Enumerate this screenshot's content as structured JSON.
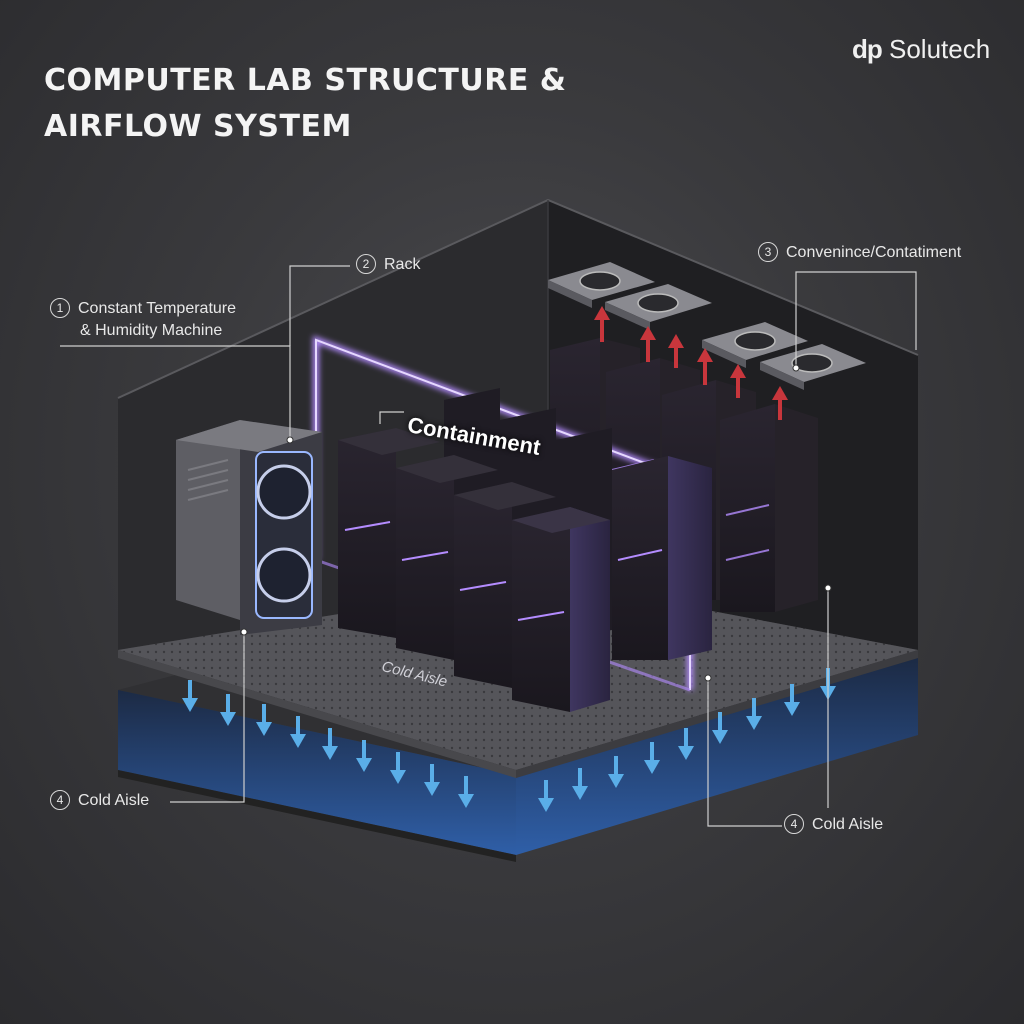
{
  "title": {
    "line1": "COMPUTER LAB STRUCTURE &",
    "line2": "AIRFLOW SYSTEM"
  },
  "brand": {
    "mark": "dp",
    "name": "Solutech"
  },
  "callouts": {
    "humidity_machine": {
      "number": "1",
      "line1": "Constant Temperature",
      "line2": "& Humidity Machine"
    },
    "rack": {
      "number": "2",
      "label": "Rack"
    },
    "containment_top": {
      "number": "3",
      "label": "Convenince/Contatiment"
    },
    "cold_aisle_left": {
      "number": "4",
      "label": "Cold Aisle"
    },
    "cold_aisle_right": {
      "number": "4",
      "label": "Cold Aisle"
    }
  },
  "scene_labels": {
    "containment": "Containment",
    "floor": "Cold Aisle"
  },
  "icons": {
    "airflow_up": "red-up-arrow",
    "airflow_down": "blue-down-arrow",
    "fan": "fan-icon"
  },
  "colors": {
    "containment_glow": "#b48cff",
    "hot_air": "#c8363c",
    "cold_air": "#5aaee8",
    "background": "#3a3a3d"
  }
}
